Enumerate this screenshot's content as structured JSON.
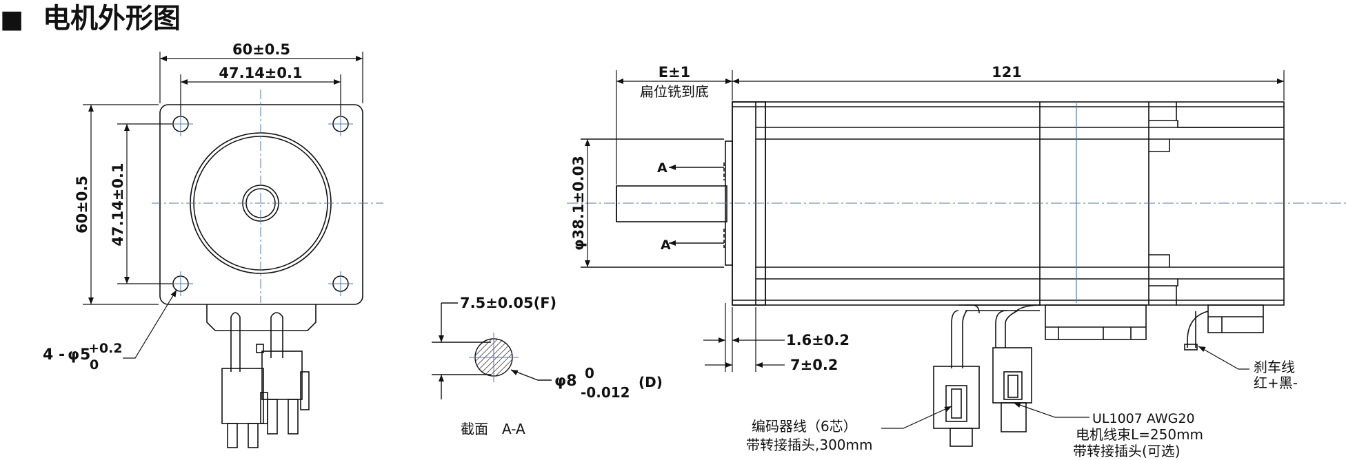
{
  "heading": {
    "bullet": "■",
    "title": "电机外形图"
  },
  "front_view": {
    "width_overall": "60±0.5",
    "width_holes": "47.14±0.1",
    "height_overall": "60±0.5",
    "height_holes": "47.14±0.1",
    "hole_spec_prefix": "4 -",
    "hole_spec_phi": "φ",
    "hole_spec_nominal": "5",
    "hole_spec_upper_tol": "+0.2",
    "hole_spec_lower_tol": "0"
  },
  "shaft_section": {
    "flat_dim": "7.5±0.05(F)",
    "diameter_phi": "φ8",
    "diameter_upper_tol": "0",
    "diameter_lower_tol": "-0.012",
    "diameter_class": "(D)",
    "caption": "截面　A-A"
  },
  "side_view": {
    "shaft_length_dim": "E±1",
    "shaft_length_note": "扁位铣到底",
    "body_length": "121",
    "pilot_diameter": "φ38.1±0.03",
    "section_mark": "A",
    "flange_thickness": "1.6±0.2",
    "pilot_depth": "7±0.2",
    "brake_label_line1": "刹车线",
    "brake_label_line2": "红+黑-",
    "encoder_label_line1": "编码器线（6芯）",
    "encoder_label_line2": "带转接插头,300mm",
    "motor_cable_line1": "UL1007 AWG20",
    "motor_cable_line2": "电机线束L=250mm",
    "motor_cable_line3": "带转接插头(可选)"
  }
}
